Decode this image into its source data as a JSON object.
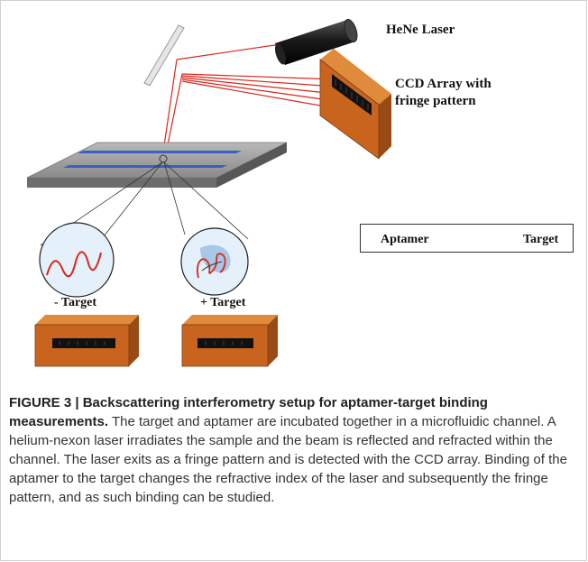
{
  "labels": {
    "laser": "HeNe Laser",
    "ccd_line1": "CCD Array with",
    "ccd_line2": "fringe pattern",
    "minus_target": "- Target",
    "plus_target": "+ Target"
  },
  "legend": {
    "aptamer": "Aptamer",
    "target": "Target"
  },
  "caption": {
    "heading": "FIGURE 3 | Backscattering interferometry setup for aptamer-target binding measurements.",
    "body": " The target and aptamer are incubated together in a microfluidic channel. A helium-nexon laser irradiates the sample and the beam is reflected and refracted within the channel. The laser exits as a fringe pattern and is detected with the CCD array. Binding of the aptamer to the target changes the refractive index of the laser and subsequently the fringe pattern, and as such binding can be studied."
  },
  "colors": {
    "beam": "#d9261c",
    "box_orange": "#c8641e",
    "laser_body": "#1a1a1a",
    "channel": "#3b5fc4",
    "chip": "#9a9a9a",
    "circle_fill": "#e4f0fa",
    "target_blob": "#a9c7e6"
  }
}
